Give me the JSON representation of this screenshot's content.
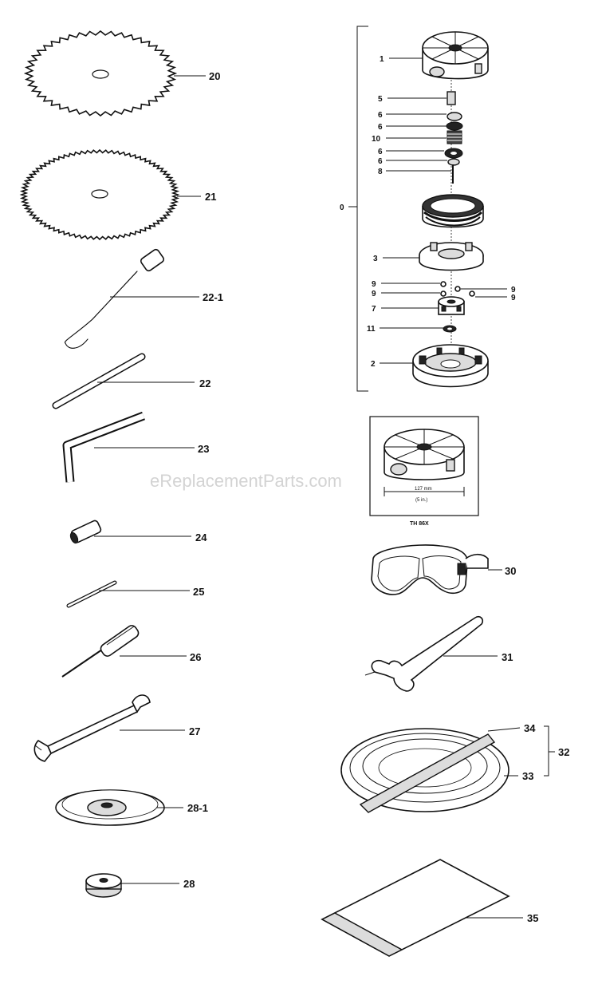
{
  "watermark": "eReplacementParts.com",
  "callouts": {
    "p20": "20",
    "p21": "21",
    "p22_1": "22-1",
    "p22": "22",
    "p23": "23",
    "p24": "24",
    "p25": "25",
    "p26": "26",
    "p27": "27",
    "p28_1": "28-1",
    "p28": "28",
    "p0": "0",
    "p1": "1",
    "p5": "5",
    "p6a": "6",
    "p6b": "6",
    "p10": "10",
    "p6c": "6",
    "p6d": "6",
    "p8": "8",
    "p3": "3",
    "p9a": "9",
    "p9b": "9",
    "p9c": "9",
    "p9d": "9",
    "p7": "7",
    "p11": "11",
    "p2": "2",
    "p30": "30",
    "p31": "31",
    "p34": "34",
    "p33": "33",
    "p32": "32",
    "p35": "35"
  },
  "inset": {
    "dimension": "127 mm",
    "dimension_sub": "(5 in.)",
    "caption": "TH 86X"
  }
}
